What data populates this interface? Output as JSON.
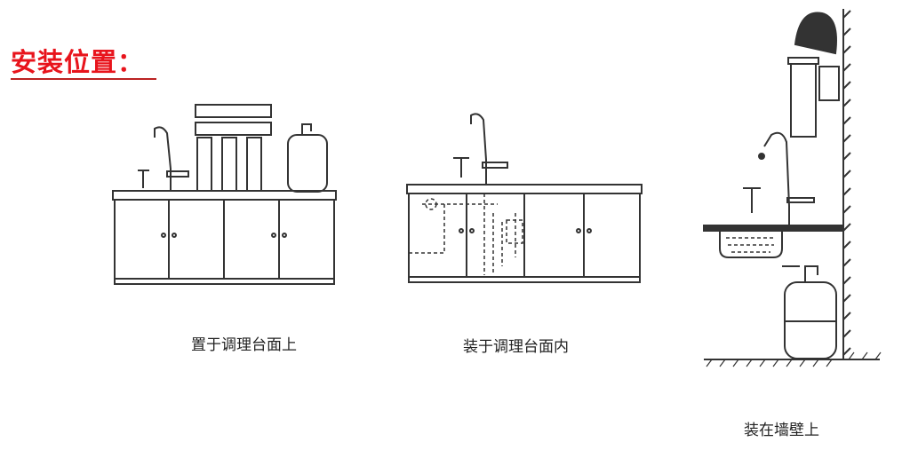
{
  "title": "安装位置：",
  "diagrams": [
    {
      "caption": "置于调理台面上"
    },
    {
      "caption": "装于调理台面内"
    },
    {
      "caption": "装在墙壁上"
    }
  ],
  "colors": {
    "title": "#e8141c",
    "line": "#333333"
  }
}
